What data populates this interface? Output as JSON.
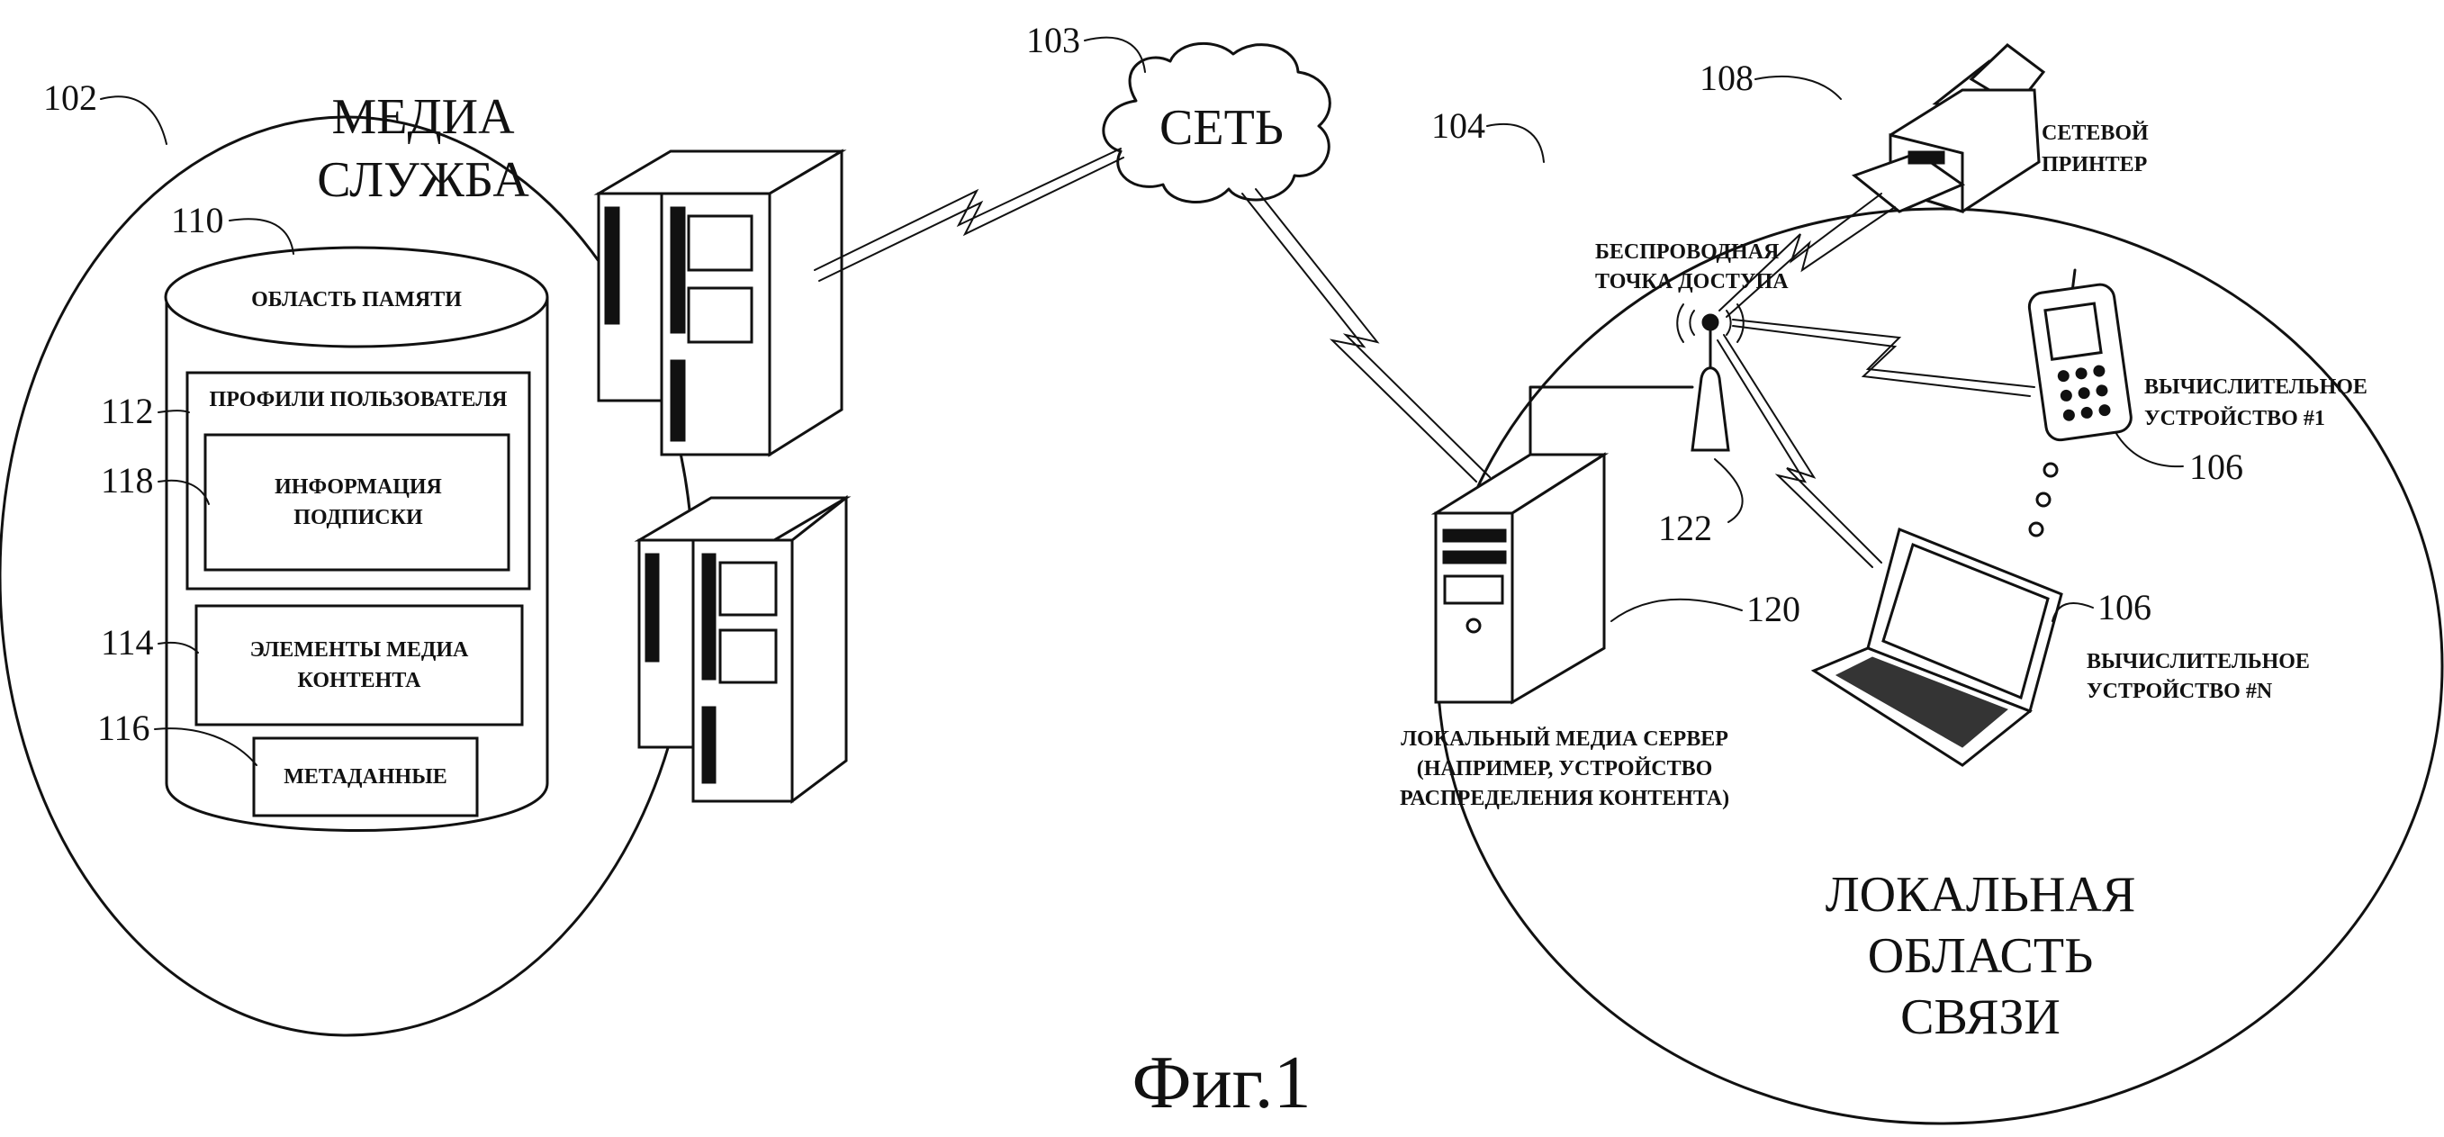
{
  "media_service": {
    "title_line1": "МЕДИА",
    "title_line2": "СЛУЖБА",
    "ref": "102",
    "storage": {
      "ref": "110",
      "title": "ОБЛАСТЬ ПАМЯТИ",
      "user_profiles": {
        "ref": "112",
        "label": "ПРОФИЛИ ПОЛЬЗОВАТЕЛЯ"
      },
      "subscription_info": {
        "ref": "118",
        "line1": "ИНФОРМАЦИЯ",
        "line2": "ПОДПИСКИ"
      },
      "media_content": {
        "ref": "114",
        "line1": "ЭЛЕМЕНТЫ МЕДИА",
        "line2": "КОНТЕНТА"
      },
      "metadata": {
        "ref": "116",
        "label": "МЕТАДАННЫЕ"
      }
    }
  },
  "network": {
    "label": "СЕТЬ",
    "ref": "103"
  },
  "local_area": {
    "ref": "104",
    "title_line1": "ЛОКАЛЬНАЯ",
    "title_line2": "ОБЛАСТЬ",
    "title_line3": "СВЯЗИ",
    "printer": {
      "ref": "108",
      "line1": "СЕТЕВОЙ",
      "line2": "ПРИНТЕР"
    },
    "access_point": {
      "ref": "122",
      "line1": "БЕСПРОВОДНАЯ",
      "line2": "ТОЧКА ДОСТУПА"
    },
    "device_1": {
      "ref": "106",
      "line1": "ВЫЧИСЛИТЕЛЬНОЕ",
      "line2": "УСТРОЙСТВО #1"
    },
    "device_n": {
      "ref": "106",
      "line1": "ВЫЧИСЛИТЕЛЬНОЕ",
      "line2": "УСТРОЙСТВО #N"
    },
    "media_server": {
      "ref": "120",
      "line1": "ЛОКАЛЬНЫЙ МЕДИА СЕРВЕР",
      "line2": "(НАПРИМЕР, УСТРОЙСТВО",
      "line3": "РАСПРЕДЕЛЕНИЯ КОНТЕНТА)"
    }
  },
  "figure_caption": "Фиг.1"
}
